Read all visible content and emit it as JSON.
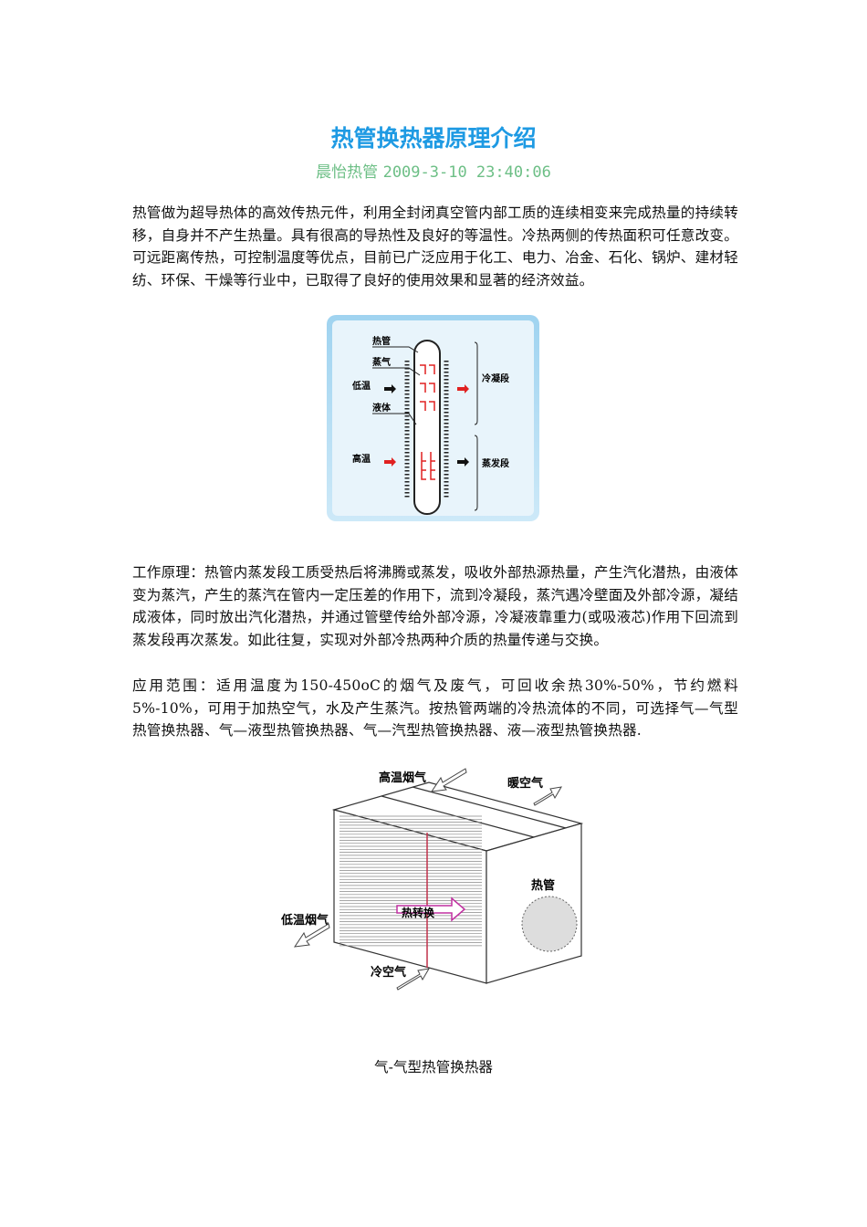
{
  "title": "热管换热器原理介绍",
  "byline": {
    "author": "晨怡热管",
    "datetime": "2009-3-10 23:40:06"
  },
  "paragraphs": [
    "热管做为超导热体的高效传热元件，利用全封闭真空管内部工质的连续相变来完成热量的持续转移，自身并不产生热量。具有很高的导热性及良好的等温性。冷热两侧的传热面积可任意改变。可远距离传热，可控制温度等优点，目前已广泛应用于化工、电力、冶金、石化、锅炉、建材轻纺、环保、干燥等行业中，已取得了良好的使用效果和显著的经济效益。",
    "工作原理：热管内蒸发段工质受热后将沸腾或蒸发，吸收外部热源热量，产生汽化潜热，由液体变为蒸汽，产生的蒸汽在管内一定压差的作用下，流到冷凝段，蒸汽遇冷壁面及外部冷源，凝结成液体，同时放出汽化潜热，并通过管壁传给外部冷源，冷凝液靠重力(或吸液芯)作用下回流到蒸发段再次蒸发。如此往复，实现对外部冷热两种介质的热量传递与交换。",
    "应用范围：适用温度为150-450oC的烟气及废气，可回收余热30%-50%，节约燃料5%-10%，可用于加热空气，水及产生蒸汽。按热管两端的冷热流体的不同，可选择气—气型热管换热器、气—液型热管换热器、气—汽型热管换热器、液—液型热管换热器."
  ],
  "figure1": {
    "labels": {
      "pipe": "热管",
      "vapor": "蒸气",
      "low_temp": "低温",
      "liquid": "液体",
      "high_temp": "高温",
      "condense": "冷凝段",
      "evaporate": "蒸发段"
    }
  },
  "figure2": {
    "labels": {
      "hot_gas": "高温烟气",
      "warm_air": "暖空气",
      "heat_pipe": "热管",
      "transfer": "热转换",
      "cool_gas": "低温烟气",
      "cold_air": "冷空气"
    },
    "caption": "气-气型热管换热器"
  },
  "colors": {
    "title": "#1e9ae3",
    "byline": "#6dbf86",
    "arrow_red": "#e02020"
  }
}
